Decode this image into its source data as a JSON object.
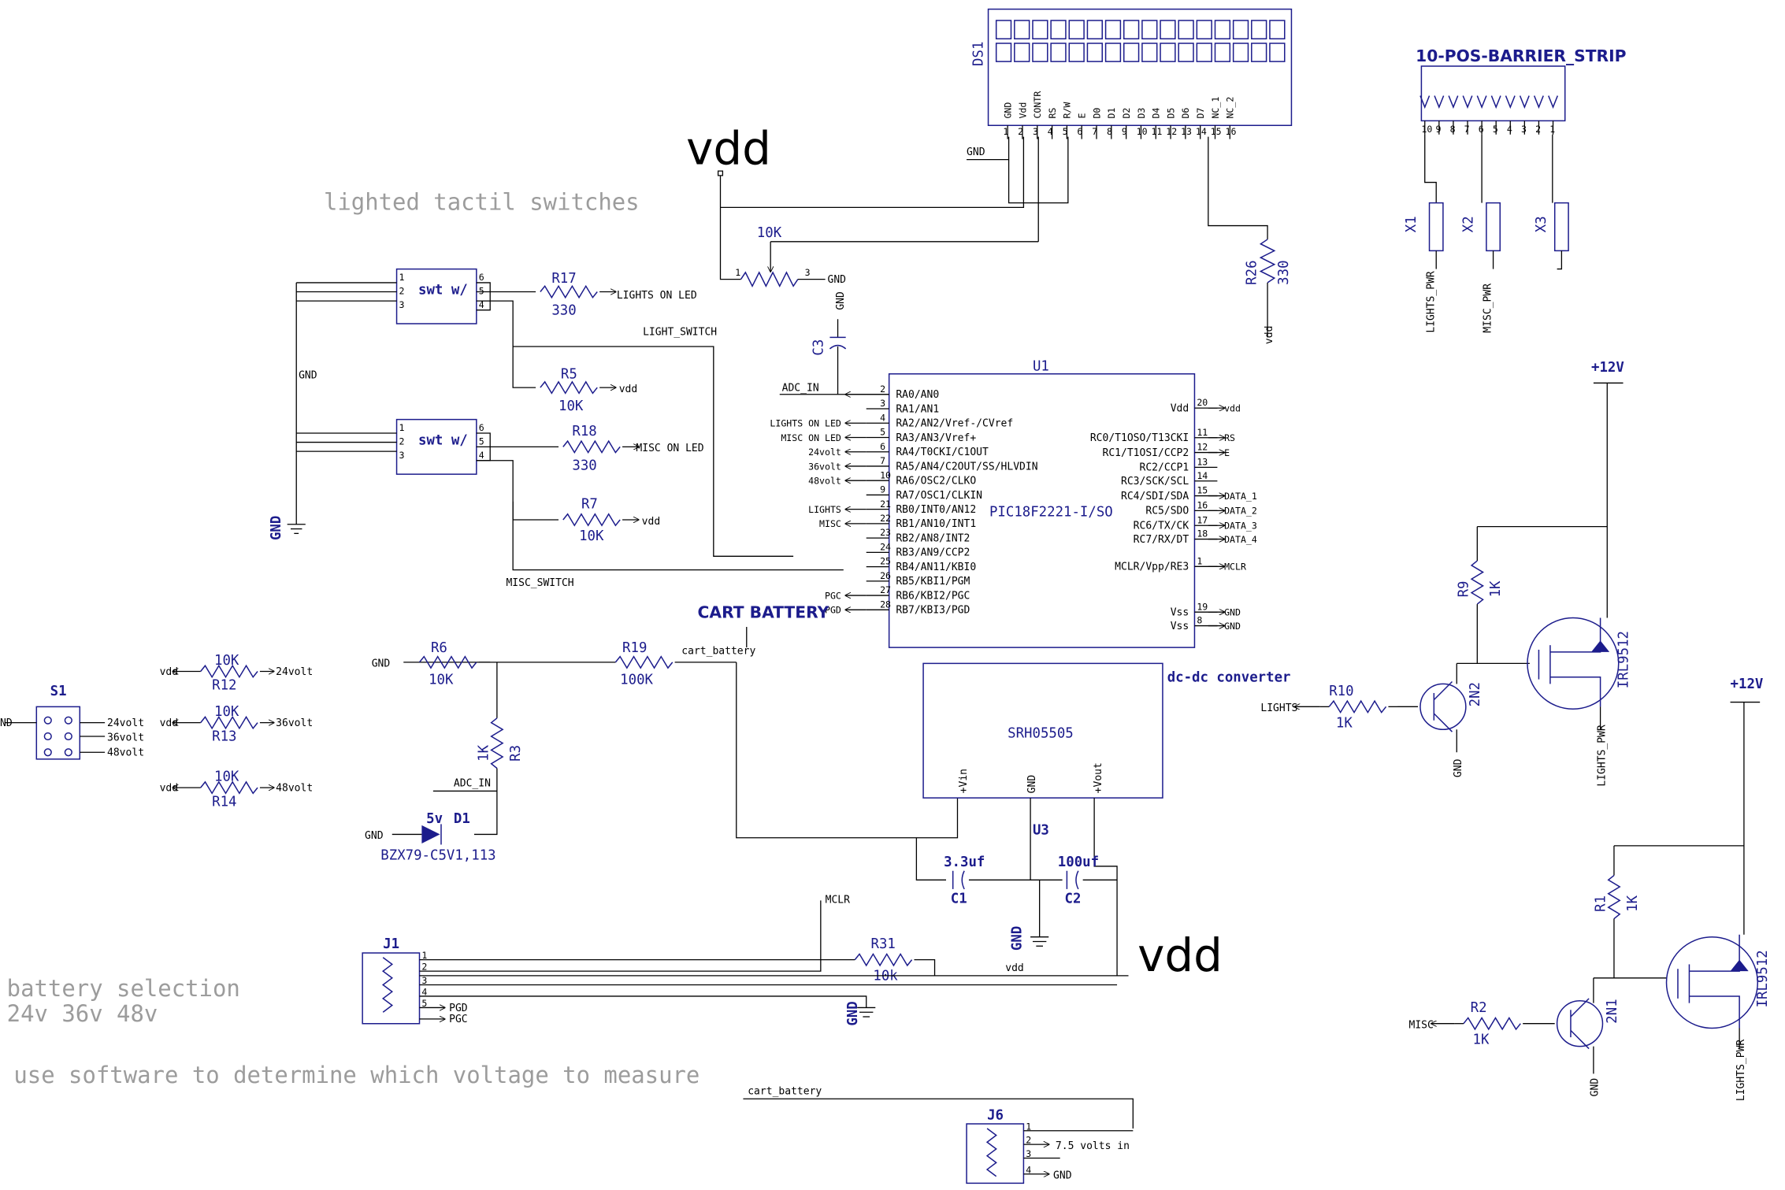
{
  "notes": {
    "lighted": "lighted tactil switches",
    "battery_sel": "battery selection",
    "voltages": "24v 36v 48v",
    "software": "use software to determine which voltage to measure"
  },
  "power": {
    "vdd": "vdd",
    "p12": "+12V",
    "gnd": "GND"
  },
  "lcd": {
    "ref": "DS1",
    "pins": [
      "GND",
      "Vdd",
      "CONTR",
      "RS",
      "R/W",
      "E",
      "D0",
      "D1",
      "D2",
      "D3",
      "D4",
      "D5",
      "D6",
      "D7",
      "NC_1",
      "NC_2"
    ],
    "nums": [
      "1",
      "2",
      "3",
      "4",
      "5",
      "6",
      "7",
      "8",
      "9",
      "10",
      "11",
      "12",
      "13",
      "14",
      "15",
      "16"
    ]
  },
  "strip": {
    "title": "10-POS-BARRIER_STRIP",
    "nums": [
      "10",
      "9",
      "8",
      "7",
      "6",
      "5",
      "4",
      "3",
      "2",
      "1"
    ]
  },
  "mcu": {
    "ref": "U1",
    "part": "PIC18F2221-I/SO",
    "left": [
      {
        "pin": "2",
        "name": "RA0/AN0",
        "net": "ADC_IN"
      },
      {
        "pin": "3",
        "name": "RA1/AN1",
        "net": ""
      },
      {
        "pin": "4",
        "name": "RA2/AN2/Vref-/CVref",
        "net": "LIGHTS ON LED"
      },
      {
        "pin": "5",
        "name": "RA3/AN3/Vref+",
        "net": "MISC ON LED"
      },
      {
        "pin": "6",
        "name": "RA4/T0CKI/C1OUT",
        "net": "24volt"
      },
      {
        "pin": "7",
        "name": "RA5/AN4/C2OUT/SS/HLVDIN",
        "net": "36volt"
      },
      {
        "pin": "10",
        "name": "RA6/OSC2/CLKO",
        "net": "48volt"
      },
      {
        "pin": "9",
        "name": "RA7/OSC1/CLKIN",
        "net": ""
      },
      {
        "pin": "21",
        "name": "RB0/INT0/AN12",
        "net": "LIGHTS"
      },
      {
        "pin": "22",
        "name": "RB1/AN10/INT1",
        "net": "MISC"
      },
      {
        "pin": "23",
        "name": "RB2/AN8/INT2",
        "net": ""
      },
      {
        "pin": "24",
        "name": "RB3/AN9/CCP2",
        "net": ""
      },
      {
        "pin": "25",
        "name": "RB4/AN11/KBI0",
        "net": ""
      },
      {
        "pin": "26",
        "name": "RB5/KBI1/PGM",
        "net": ""
      },
      {
        "pin": "27",
        "name": "RB6/KBI2/PGC",
        "net": "PGC"
      },
      {
        "pin": "28",
        "name": "RB7/KBI3/PGD",
        "net": "PGD"
      }
    ],
    "right": [
      {
        "pin": "20",
        "name": "Vdd",
        "net": "vdd"
      },
      {
        "pin": "11",
        "name": "RC0/T1OSO/T13CKI",
        "net": "RS"
      },
      {
        "pin": "12",
        "name": "RC1/T1OSI/CCP2",
        "net": "E"
      },
      {
        "pin": "13",
        "name": "RC2/CCP1",
        "net": ""
      },
      {
        "pin": "14",
        "name": "RC3/SCK/SCL",
        "net": ""
      },
      {
        "pin": "15",
        "name": "RC4/SDI/SDA",
        "net": "DATA_1"
      },
      {
        "pin": "16",
        "name": "RC5/SDO",
        "net": "DATA_2"
      },
      {
        "pin": "17",
        "name": "RC6/TX/CK",
        "net": "DATA_3"
      },
      {
        "pin": "18",
        "name": "RC7/RX/DT",
        "net": "DATA_4"
      },
      {
        "pin": "1",
        "name": "MCLR/Vpp/RE3",
        "net": "MCLR"
      },
      {
        "pin": "19",
        "name": "Vss",
        "net": "GND"
      },
      {
        "pin": "8",
        "name": "Vss",
        "net": "GND"
      }
    ]
  },
  "parts": {
    "R17": {
      "ref": "R17",
      "val": "330",
      "net": "LIGHTS ON LED"
    },
    "R5": {
      "ref": "R5",
      "val": "10K",
      "net": "vdd"
    },
    "R18": {
      "ref": "R18",
      "val": "330",
      "net": "MISC ON LED"
    },
    "R7": {
      "ref": "R7",
      "val": "10K",
      "net": "vdd"
    },
    "R26": {
      "ref": "R26",
      "val": "330"
    },
    "POT": {
      "val": "10K"
    },
    "C3": {
      "ref": "C3"
    },
    "R6": {
      "ref": "R6",
      "val": "10K"
    },
    "R19": {
      "ref": "R19",
      "val": "100K"
    },
    "R3": {
      "ref": "R3",
      "val": "1K"
    },
    "D1": {
      "ref": "D1",
      "val": "5v",
      "part": "BZX79-C5V1,113"
    },
    "R12": {
      "ref": "R12",
      "val": "10K",
      "net": "24volt"
    },
    "R13": {
      "ref": "R13",
      "val": "10K",
      "net": "36volt"
    },
    "R14": {
      "ref": "R14",
      "val": "10K",
      "net": "48volt"
    },
    "R31": {
      "ref": "R31",
      "val": "10k"
    },
    "C1": {
      "ref": "C1",
      "val": "3.3uf"
    },
    "C2": {
      "ref": "C2",
      "val": "100uf"
    },
    "R9": {
      "ref": "R9",
      "val": "1K"
    },
    "R10": {
      "ref": "R10",
      "val": "1K",
      "net": "LIGHTS"
    },
    "Q2": {
      "ref": "2N2"
    },
    "M1": {
      "ref": "IRL9512"
    },
    "R1": {
      "ref": "R1",
      "val": "1K"
    },
    "R2": {
      "ref": "R2",
      "val": "1K",
      "net": "MISC"
    },
    "Q1": {
      "ref": "2N1"
    },
    "M2": {
      "ref": "IRL9512"
    }
  },
  "switch": {
    "label": "swt w/"
  },
  "s1": {
    "ref": "S1",
    "nets": [
      "24volt",
      "36volt",
      "48volt"
    ],
    "left": "ND"
  },
  "dcdc": {
    "title": "dc-dc converter",
    "part": "SRH05505",
    "ref": "U3",
    "vin": "+Vin",
    "gnd": "GND",
    "vout": "+Vout"
  },
  "nets": {
    "light_switch": "LIGHT_SWITCH",
    "misc_switch": "MISC_SWITCH",
    "adc_in": "ADC_IN",
    "cart_battery": "CART BATTERY",
    "cart_battery_net": "cart_battery",
    "mclr": "MCLR",
    "lights_pwr": "LIGHTS_PWR",
    "misc_pwr": "MISC_PWR",
    "pgd": "PGD",
    "pgc": "PGC",
    "j6_2": "7.5 volts in",
    "data1": "DATA_1",
    "data2": "DATA_2",
    "data3": "DATA_3",
    "data4": "DATA_4"
  },
  "x": [
    "X1",
    "X2",
    "X3"
  ],
  "j1": {
    "ref": "J1",
    "pins": [
      "1",
      "2",
      "3",
      "4",
      "5"
    ]
  },
  "j6": {
    "ref": "J6",
    "pins": [
      "1",
      "2",
      "3",
      "4"
    ]
  }
}
